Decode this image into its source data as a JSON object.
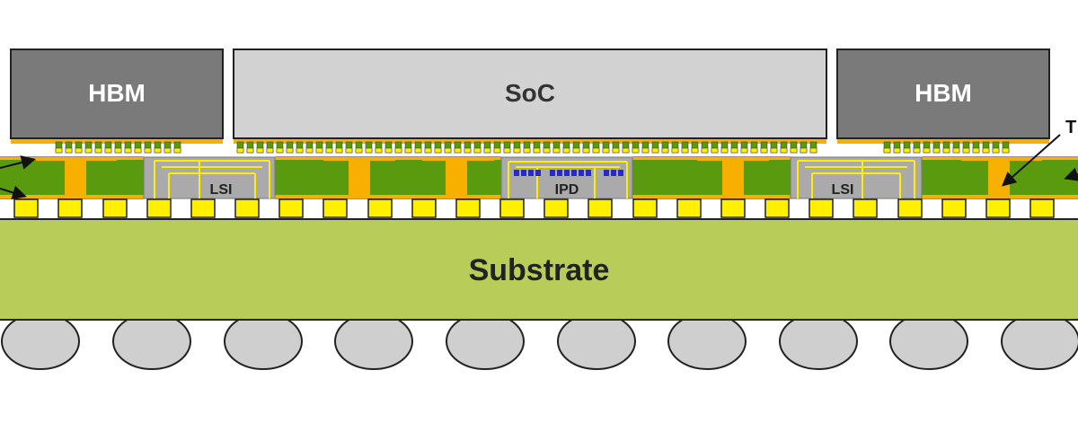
{
  "dies": {
    "hbm_left": "HBM",
    "soc": "SoC",
    "hbm_right": "HBM"
  },
  "bridges": {
    "lsi_left": "LSI",
    "ipd": "IPD",
    "lsi_right": "LSI"
  },
  "substrate": "Substrate",
  "callouts": {
    "right_partial": "T"
  },
  "colors": {
    "die_dark": "#7a7a7a",
    "die_light": "#d2d2d2",
    "mold_green": "#5a9a0e",
    "via_orange": "#f8b000",
    "bridge_gray": "#aaaaaa",
    "wire_yellow": "#ffef00",
    "substrate": "#b8cc5a",
    "solder_ball": "#cfcfcf",
    "capacitor_blue": "#2828cc"
  }
}
